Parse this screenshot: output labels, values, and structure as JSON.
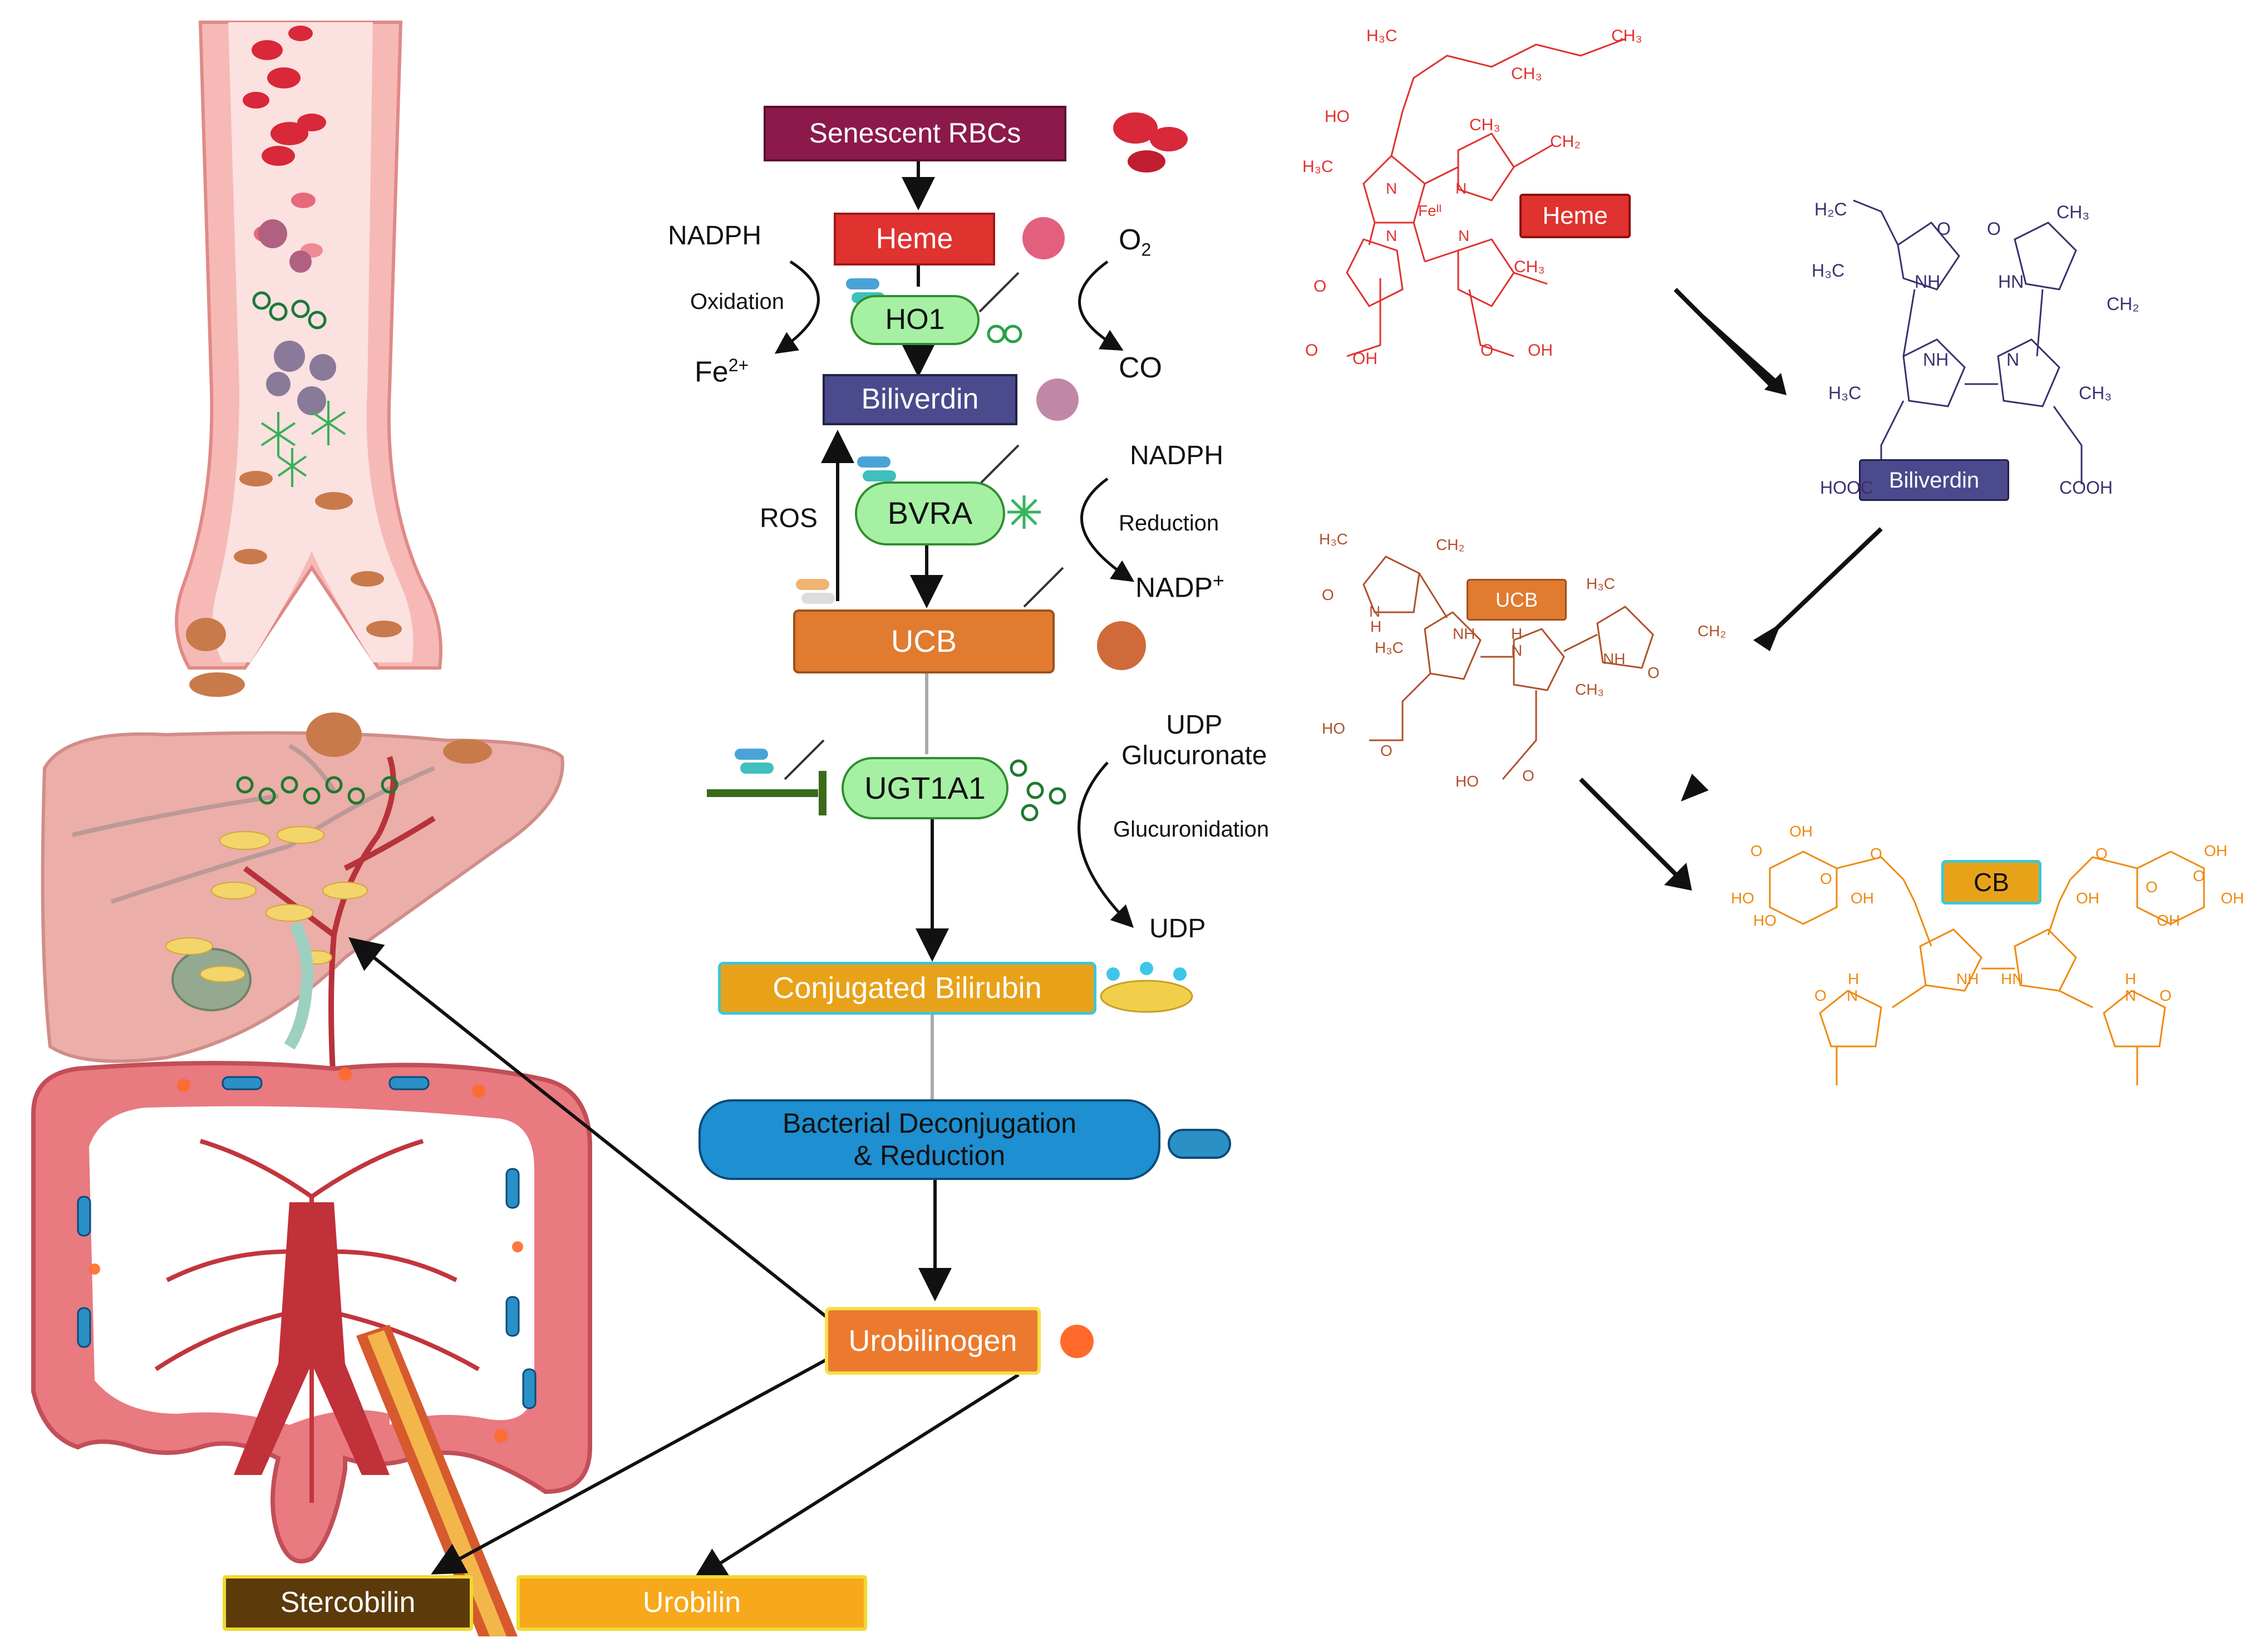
{
  "pathway": {
    "senescent_rbcs": "Senescent RBCs",
    "heme": "Heme",
    "ho1": "HO1",
    "biliverdin": "Biliverdin",
    "bvra": "BVRA",
    "ucb": "UCB",
    "ugt1a1": "UGT1A1",
    "conjugated_bilirubin": "Conjugated Bilirubin",
    "bacterial_line1": "Bacterial Deconjugation",
    "bacterial_line2": "& Reduction",
    "urobilinogen": "Urobilinogen",
    "stercobilin": "Stercobilin",
    "urobilin": "Urobilin"
  },
  "cofactors": {
    "nadph_1": "NADPH",
    "oxidation": "Oxidation",
    "fe": "Fe",
    "fe_sup": "2+",
    "o2": "O",
    "o2_sub": "2",
    "co": "CO",
    "ros": "ROS",
    "nadph_2": "NADPH",
    "reduction": "Reduction",
    "nadp": "NADP",
    "nadp_sup": "+",
    "udp_glucuronate_1": "UDP",
    "udp_glucuronate_2": "Glucuronate",
    "glucuronidation": "Glucuronidation",
    "udp": "UDP"
  },
  "structures": {
    "heme_label": "Heme",
    "biliverdin_label": "Biliverdin",
    "ucb_label": "UCB",
    "cb_label": "CB",
    "heme_atoms": {
      "h3c_top": "H₃C",
      "ch3_top": "CH₃",
      "ch3_top2": "CH₃",
      "ho": "HO",
      "ch3_a": "CH₃",
      "ch2": "CH₂",
      "h3c_left": "H₃C",
      "n1": "N",
      "n2": "N",
      "n3": "N",
      "n4": "N",
      "fe": "Feᴵᴵ",
      "ch3_b": "CH₃",
      "o_ald": "O",
      "o1": "O",
      "oh1": "OH",
      "o2": "O",
      "oh2": "OH"
    },
    "biliverdin_atoms": {
      "h2c": "H₂C",
      "o_l": "O",
      "o_r": "O",
      "ch3_tr": "CH₃",
      "h3c_l": "H₃C",
      "nh_l": "NH",
      "hn_r": "HN",
      "ch2_r": "CH₂",
      "nh_c": "NH",
      "n_c": "N",
      "h3c_m": "H₃C",
      "ch3_m": "CH₃",
      "hooc": "HOOC",
      "cooh": "COOH"
    },
    "ucb_atoms": {
      "h3c_1": "H₃C",
      "ch2_1": "CH₂",
      "o_1": "O",
      "n_1": "N",
      "h_1": "H",
      "nh_2": "NH",
      "h3c_2": "H₃C",
      "h_n": "H",
      "n_c": "N",
      "h3c_3": "H₃C",
      "ch2_2": "CH₂",
      "nh_4": "NH",
      "o_4": "O",
      "ch3_4": "CH₃",
      "ho_1": "HO",
      "o_a": "O",
      "ho_2": "HO",
      "o_b": "O"
    },
    "cb_atoms": {
      "oh_tl": "OH",
      "o_tl": "O",
      "o_l2": "O",
      "o_r2": "O",
      "oh_tr": "OH",
      "o_tr": "O",
      "ho_l": "HO",
      "o_l": "O",
      "oh_l": "OH",
      "o_r": "O",
      "oh_r": "OH",
      "oh_r2": "OH",
      "ho_l2": "HO",
      "oh_r3": "OH",
      "nh_l": "NH",
      "hn_r": "HN",
      "o_bl": "O",
      "h_bl": "H",
      "n_bl": "N",
      "h_br": "H",
      "n_br": "N",
      "o_br": "O"
    }
  },
  "colors": {
    "senescent": "#8b1a4a",
    "heme": "#e0322f",
    "enzyme": "#a6f0a4",
    "enzyme_border": "#2f8f2f",
    "biliverdin": "#4a4a8c",
    "ucb": "#e07b30",
    "cb": "#e8a21a",
    "cb_border": "#3ec6d6",
    "bacterial": "#1e8fd0",
    "urobilinogen": "#ec7a2e",
    "urobilinogen_border": "#f4e04a",
    "stercobilin": "#5c3a0a",
    "urobilin": "#f7a81b",
    "stercobilin_border": "#f0d930",
    "heme_struct": "#e0322f",
    "biliverdin_struct": "#3d2f6e",
    "ucb_struct": "#b0502a",
    "cb_struct": "#ee8a10"
  }
}
